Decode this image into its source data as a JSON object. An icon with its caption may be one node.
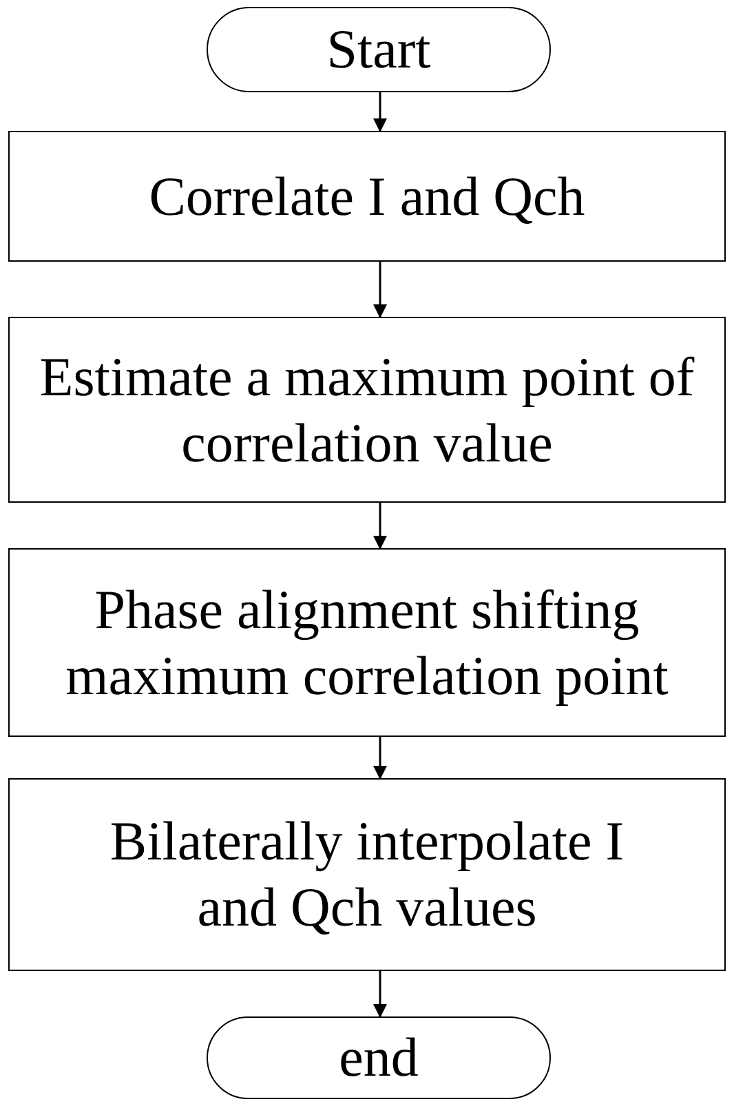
{
  "diagram": {
    "nodes": [
      {
        "text": [
          "Start"
        ]
      },
      {
        "text": [
          "Correlate I and Qch"
        ]
      },
      {
        "text": [
          "Estimate a maximum point of correlation value"
        ]
      },
      {
        "text": [
          "Phase alignment shifting maximum correlation point"
        ]
      },
      {
        "text": [
          "Bilaterally interpolate I and Qch values"
        ]
      },
      {
        "text": [
          "end"
        ]
      }
    ],
    "edges": [
      {
        "from": 0,
        "to": 1,
        "arrow": "to"
      },
      {
        "from": 1,
        "to": 2,
        "arrow": "to"
      },
      {
        "from": 2,
        "to": 3,
        "arrow": "to"
      },
      {
        "from": 3,
        "to": 4,
        "arrow": "to"
      },
      {
        "from": 4,
        "to": 5,
        "arrow": "to"
      }
    ]
  }
}
